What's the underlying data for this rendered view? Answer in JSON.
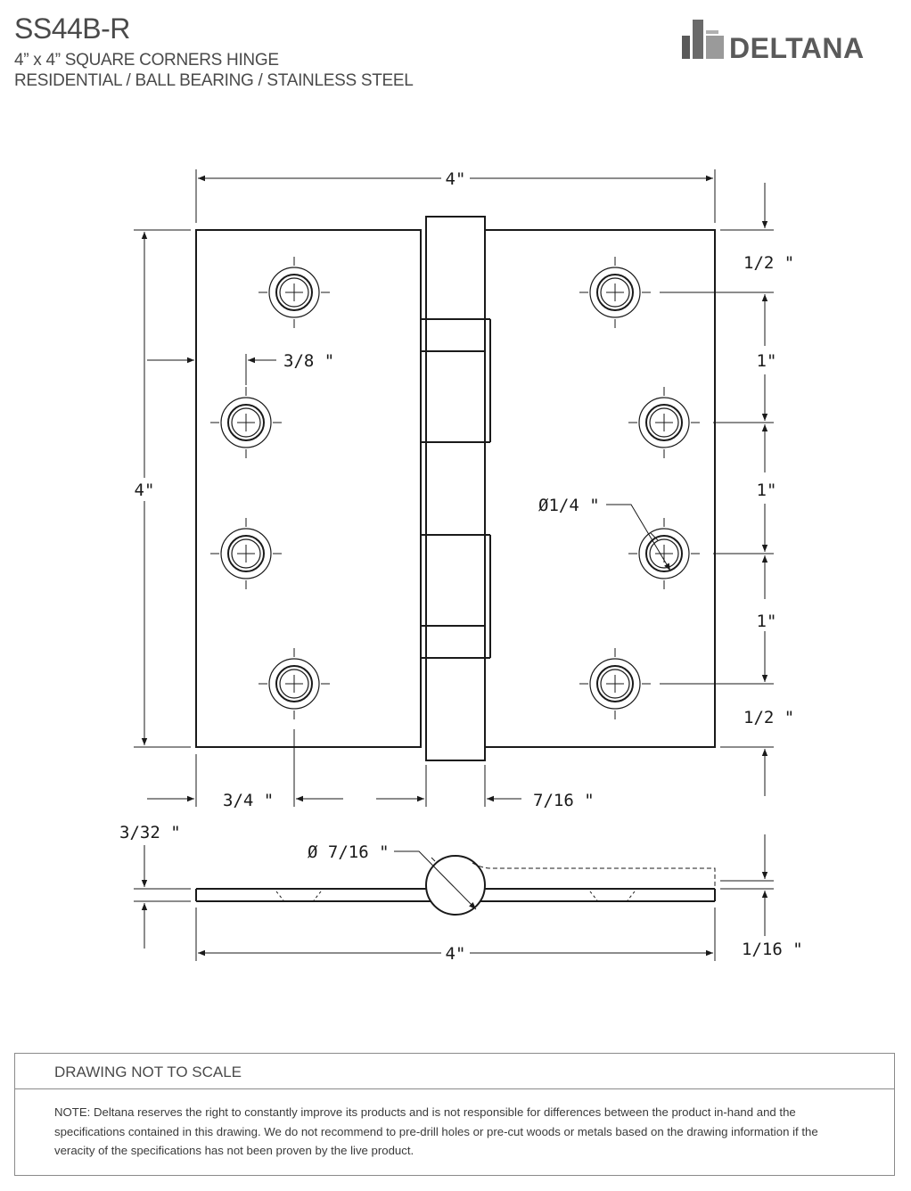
{
  "header": {
    "model": "SS44B-R",
    "subtitle_1": "4” x 4” SQUARE CORNERS HINGE",
    "subtitle_2": "RESIDENTIAL / BALL BEARING / STAINLESS STEEL"
  },
  "brand": {
    "name": "DELTANA",
    "logo": "deltana-logo-icon"
  },
  "dimensions": {
    "top_width": "4\"",
    "left_height": "4\"",
    "top_edge_margin": "1/2 \"",
    "bottom_edge_margin": "1/2 \"",
    "spacing_1": "1\"",
    "spacing_2": "1\"",
    "spacing_3": "1\"",
    "hole_offset": "3/8 \"",
    "hole_diameter": "Ø1/4 \"",
    "hole_inset": "3/4 \"",
    "knuckle_offset": "7/16 \"",
    "leaf_gap": "3/32 \"",
    "pin_diameter": "Ø 7/16 \"",
    "leaf_thickness": "1/16 \"",
    "side_width": "4\""
  },
  "notes": {
    "heading": "DRAWING NOT TO SCALE",
    "text": "NOTE: Deltana reserves the right to constantly improve its products and is not responsible for differences between the product in-hand and the specifications contained in this drawing. We do not recommend to pre-drill holes or pre-cut woods or metals based on the drawing information if the veracity of the specifications has not been proven by the live product."
  },
  "colors": {
    "line": "#1a1a1a",
    "text": "#3a3a3a",
    "border": "#8a8a8a"
  }
}
